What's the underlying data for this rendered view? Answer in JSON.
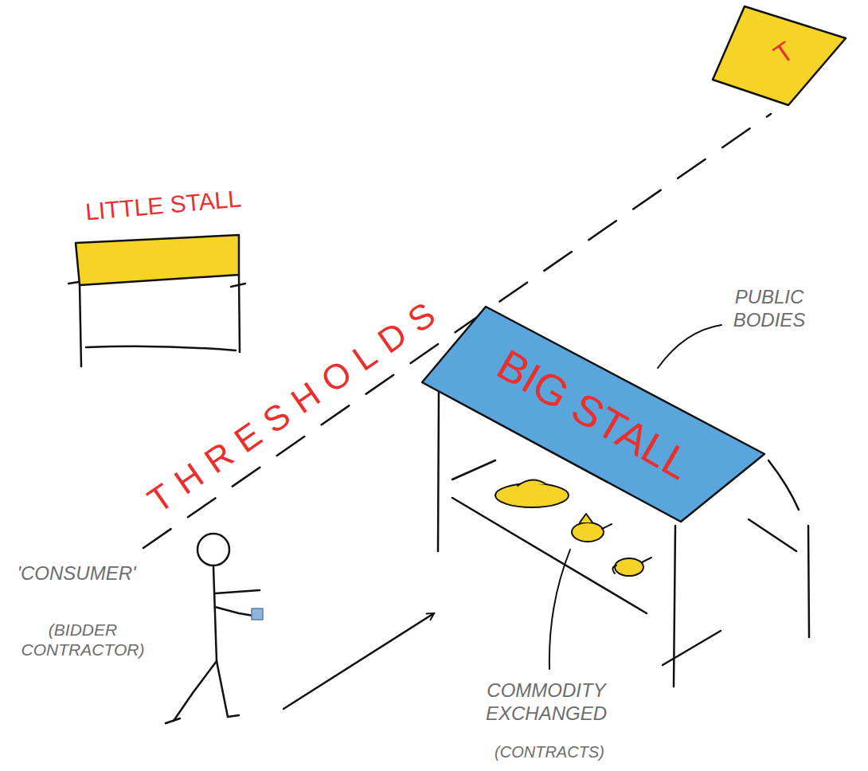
{
  "diagram": {
    "nodes": [
      {
        "text": [
          "T"
        ]
      },
      {
        "text": [
          "LITTLE STALL"
        ]
      },
      {
        "text": [
          "BIG STALL"
        ]
      }
    ],
    "labels": [
      "THRESHOLDS",
      "PUBLIC BODIES",
      "'CONSUMER'",
      "(BIDDER CONTRACTOR)",
      "COMMODITY EXCHANGED",
      "(CONTRACTS)"
    ]
  }
}
